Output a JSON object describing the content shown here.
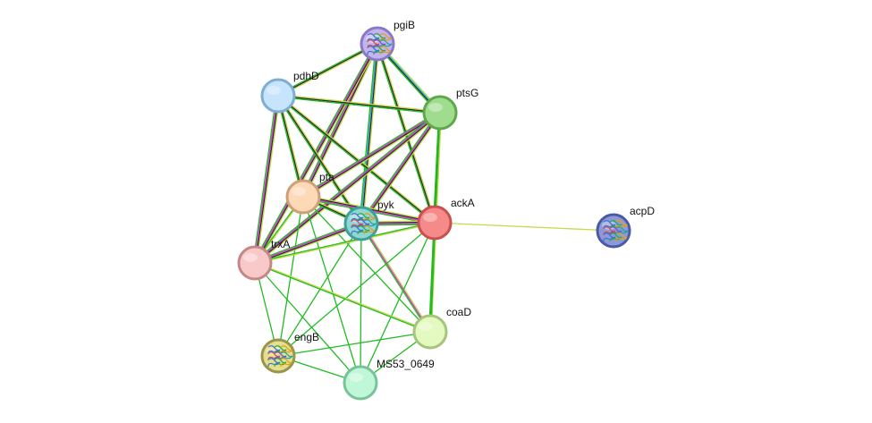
{
  "network": {
    "nodes": [
      {
        "id": "pgiB",
        "label": "pgiB",
        "fill": "#c4b4ec",
        "stroke": "#8c78c8",
        "icon": "protein-structure-icon"
      },
      {
        "id": "pdhD",
        "label": "pdhD",
        "fill": "#c6e4fb",
        "stroke": "#7eaed2"
      },
      {
        "id": "ptsG",
        "label": "ptsG",
        "fill": "#9fdc8e",
        "stroke": "#5fa84c"
      },
      {
        "id": "pta",
        "label": "pta",
        "fill": "#fdd9b8",
        "stroke": "#cf9f78"
      },
      {
        "id": "pyk",
        "label": "pyk",
        "fill": "#8fd7d2",
        "stroke": "#3f9f9a",
        "icon": "protein-structure-icon"
      },
      {
        "id": "ackA",
        "label": "ackA",
        "fill": "#f68a8a",
        "stroke": "#c95050"
      },
      {
        "id": "acpD",
        "label": "acpD",
        "fill": "#8e9ad8",
        "stroke": "#4a5aa6",
        "icon": "protein-structure-icon"
      },
      {
        "id": "trxA",
        "label": "trxA",
        "fill": "#f9c8c8",
        "stroke": "#c48888"
      },
      {
        "id": "coaD",
        "label": "coaD",
        "fill": "#e4f9bf",
        "stroke": "#a6c47c"
      },
      {
        "id": "engB",
        "label": "engB",
        "fill": "#e3df8f",
        "stroke": "#9a9548",
        "icon": "protein-structure-icon"
      },
      {
        "id": "MS53_0649",
        "label": "MS53_0649",
        "fill": "#c0f7d8",
        "stroke": "#78c49a"
      }
    ],
    "edges": [
      {
        "from": "pgiB",
        "to": "pdhD",
        "colors": [
          "#c8d94a",
          "#2a2a2a",
          "#22bb22"
        ]
      },
      {
        "from": "pgiB",
        "to": "ptsG",
        "colors": [
          "#c8d94a",
          "#22bbdd",
          "#2a2a2a",
          "#22bb22"
        ]
      },
      {
        "from": "pgiB",
        "to": "pta",
        "colors": [
          "#c8d94a",
          "#2a2a2a",
          "#dd33dd",
          "#22bb22"
        ]
      },
      {
        "from": "pgiB",
        "to": "pyk",
        "colors": [
          "#c8d94a",
          "#2a2a2a",
          "#3aa0e0",
          "#22bb22"
        ]
      },
      {
        "from": "pgiB",
        "to": "ackA",
        "colors": [
          "#c8d94a",
          "#2a2a2a",
          "#22bb22"
        ]
      },
      {
        "from": "pgiB",
        "to": "trxA",
        "colors": [
          "#c8d94a",
          "#2a2a2a",
          "#dd33dd",
          "#22bb22"
        ]
      },
      {
        "from": "pdhD",
        "to": "ptsG",
        "colors": [
          "#c8d94a",
          "#2a2a2a",
          "#22bb22"
        ]
      },
      {
        "from": "pdhD",
        "to": "pta",
        "colors": [
          "#c8d94a",
          "#2a2a2a",
          "#22bb22"
        ]
      },
      {
        "from": "pdhD",
        "to": "pyk",
        "colors": [
          "#c8d94a",
          "#2a2a2a",
          "#22bb22"
        ]
      },
      {
        "from": "pdhD",
        "to": "ackA",
        "colors": [
          "#c8d94a",
          "#2a2a2a",
          "#22bb22"
        ]
      },
      {
        "from": "pdhD",
        "to": "trxA",
        "colors": [
          "#c8d94a",
          "#2a2a2a",
          "#dd33dd",
          "#22bb22"
        ]
      },
      {
        "from": "ptsG",
        "to": "pta",
        "colors": [
          "#c8d94a",
          "#2a2a2a",
          "#dd33dd",
          "#22bb22"
        ]
      },
      {
        "from": "ptsG",
        "to": "pyk",
        "colors": [
          "#c8d94a",
          "#2a2a2a",
          "#dd33dd",
          "#22bb22"
        ]
      },
      {
        "from": "ptsG",
        "to": "ackA",
        "colors": [
          "#c8d94a",
          "#2a2a2a",
          "#22bb22"
        ]
      },
      {
        "from": "ptsG",
        "to": "trxA",
        "colors": [
          "#c8d94a",
          "#2a2a2a",
          "#dd33dd",
          "#22bb22"
        ]
      },
      {
        "from": "ptsG",
        "to": "coaD",
        "colors": [
          "#c8d94a",
          "#22bb22",
          "#22bb22"
        ]
      },
      {
        "from": "pta",
        "to": "pyk",
        "colors": [
          "#c8d94a",
          "#2a2a2a",
          "#22bb22"
        ]
      },
      {
        "from": "pta",
        "to": "ackA",
        "colors": [
          "#c8d94a",
          "#2a2a2a",
          "#dd33dd",
          "#22bb22"
        ]
      },
      {
        "from": "pta",
        "to": "trxA",
        "colors": [
          "#c8d94a",
          "#22bb22"
        ]
      },
      {
        "from": "pta",
        "to": "engB",
        "colors": [
          "#22bb22"
        ]
      },
      {
        "from": "pta",
        "to": "MS53_0649",
        "colors": [
          "#22bb22"
        ]
      },
      {
        "from": "pta",
        "to": "coaD",
        "colors": [
          "#22bb22"
        ]
      },
      {
        "from": "pyk",
        "to": "ackA",
        "colors": [
          "#c8d94a",
          "#2a2a2a",
          "#dd33dd",
          "#22bb22"
        ]
      },
      {
        "from": "pyk",
        "to": "trxA",
        "colors": [
          "#c8d94a",
          "#2a2a2a",
          "#dd33dd",
          "#22bb22"
        ]
      },
      {
        "from": "pyk",
        "to": "engB",
        "colors": [
          "#22bb22"
        ]
      },
      {
        "from": "pyk",
        "to": "MS53_0649",
        "colors": [
          "#22bb22"
        ]
      },
      {
        "from": "pyk",
        "to": "coaD",
        "colors": [
          "#c8d94a",
          "#dd33dd",
          "#22bb22"
        ]
      },
      {
        "from": "ackA",
        "to": "trxA",
        "colors": [
          "#c8d94a",
          "#22bb22"
        ]
      },
      {
        "from": "ackA",
        "to": "acpD",
        "colors": [
          "#c8d94a"
        ]
      },
      {
        "from": "ackA",
        "to": "coaD",
        "colors": [
          "#22bb22",
          "#22bb22"
        ]
      },
      {
        "from": "ackA",
        "to": "engB",
        "colors": [
          "#22bb22"
        ]
      },
      {
        "from": "ackA",
        "to": "MS53_0649",
        "colors": [
          "#22bb22"
        ]
      },
      {
        "from": "trxA",
        "to": "engB",
        "colors": [
          "#22bb22"
        ]
      },
      {
        "from": "trxA",
        "to": "MS53_0649",
        "colors": [
          "#22bb22"
        ]
      },
      {
        "from": "trxA",
        "to": "coaD",
        "colors": [
          "#c8d94a",
          "#22bb22"
        ]
      },
      {
        "from": "coaD",
        "to": "engB",
        "colors": [
          "#22bb22"
        ]
      },
      {
        "from": "coaD",
        "to": "MS53_0649",
        "colors": [
          "#22bb22"
        ]
      },
      {
        "from": "engB",
        "to": "MS53_0649",
        "colors": [
          "#22bb22"
        ]
      }
    ]
  }
}
